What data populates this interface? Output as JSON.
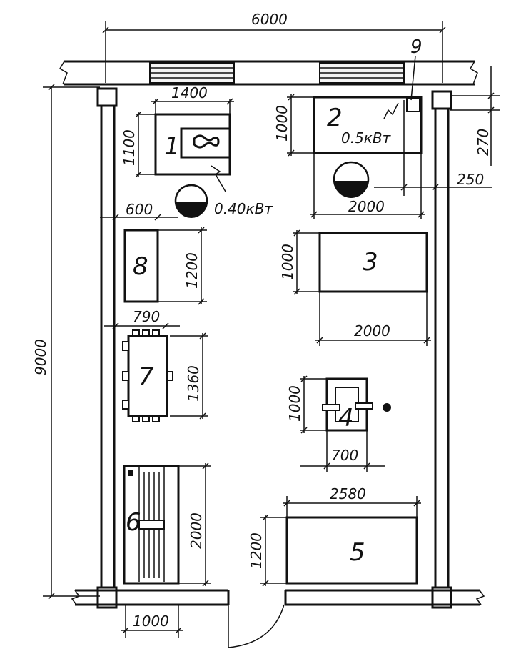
{
  "dimensions": {
    "overall_width": "6000",
    "overall_height": "9000",
    "d_1400": "1400",
    "d_1100": "1100",
    "d_1000_top": "1000",
    "d_270": "270",
    "d_250": "250",
    "d_2000_top": "2000",
    "d_600": "600",
    "d_1200_left": "1200",
    "d_1000_mid": "1000",
    "d_2000_mid": "2000",
    "d_790": "790",
    "d_1360": "1360",
    "d_1000_4": "1000",
    "d_700": "700",
    "d_2580": "2580",
    "d_1200_right": "1200",
    "d_2000_6": "2000",
    "d_1000_door": "1000"
  },
  "equipment": {
    "n1": "1",
    "n2": "2",
    "n3": "3",
    "n4": "4",
    "n5": "5",
    "n6": "6",
    "n7": "7",
    "n8": "8",
    "n9": "9"
  },
  "power": {
    "p1": "0.40кВт",
    "p2": "0.5кВт"
  }
}
